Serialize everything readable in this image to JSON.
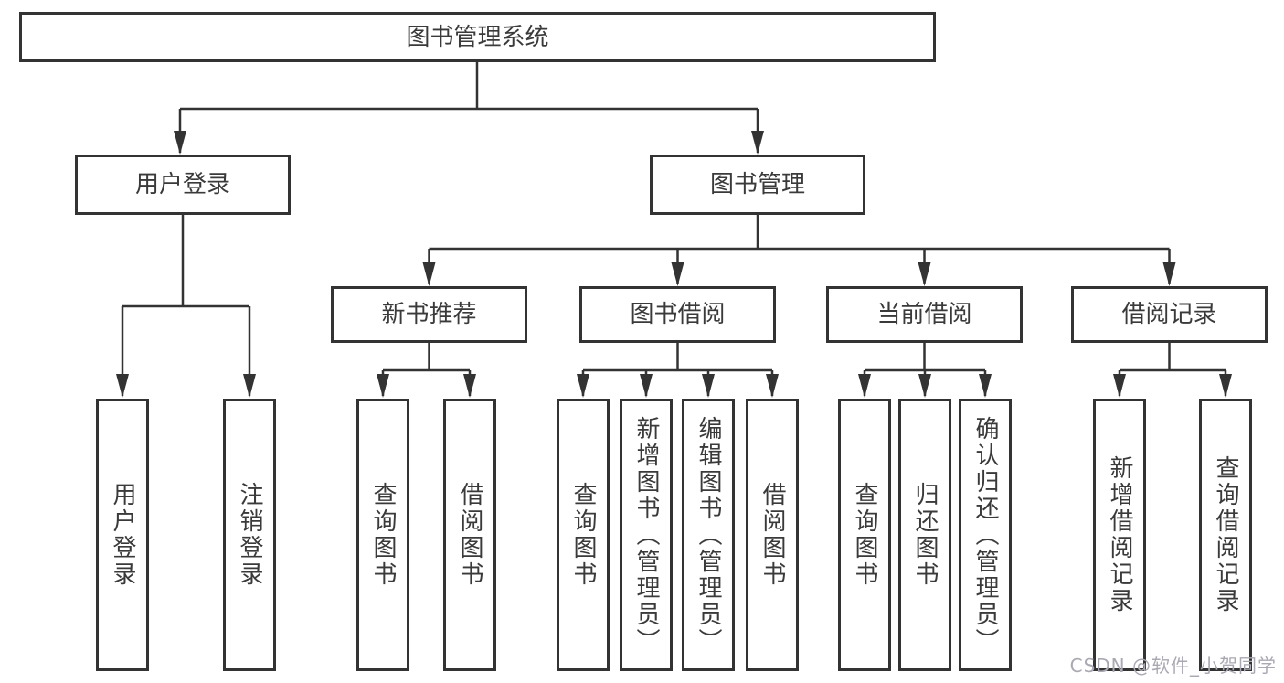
{
  "diagram": {
    "root": {
      "label": "图书管理系统"
    },
    "level2": [
      {
        "label": "用户登录",
        "children": [
          {
            "label": "用户登录"
          },
          {
            "label": "注销登录"
          }
        ]
      },
      {
        "label": "图书管理",
        "children": [
          {
            "label": "新书推荐",
            "children": [
              {
                "label": "查询图书"
              },
              {
                "label": "借阅图书"
              }
            ]
          },
          {
            "label": "图书借阅",
            "children": [
              {
                "label": "查询图书"
              },
              {
                "label": "新增图书（管理员）"
              },
              {
                "label": "编辑图书（管理员）"
              },
              {
                "label": "借阅图书"
              }
            ]
          },
          {
            "label": "当前借阅",
            "children": [
              {
                "label": "查询图书"
              },
              {
                "label": "归还图书"
              },
              {
                "label": "确认归还（管理员）"
              }
            ]
          },
          {
            "label": "借阅记录",
            "children": [
              {
                "label": "新增借阅记录"
              },
              {
                "label": "查询借阅记录"
              }
            ]
          }
        ]
      }
    ],
    "watermark": "CSDN @软件_小贺同学",
    "colors": {
      "line": "#333333",
      "text": "#3a3a3a",
      "watermark": "#a9a9b3",
      "background": "#ffffff"
    }
  }
}
